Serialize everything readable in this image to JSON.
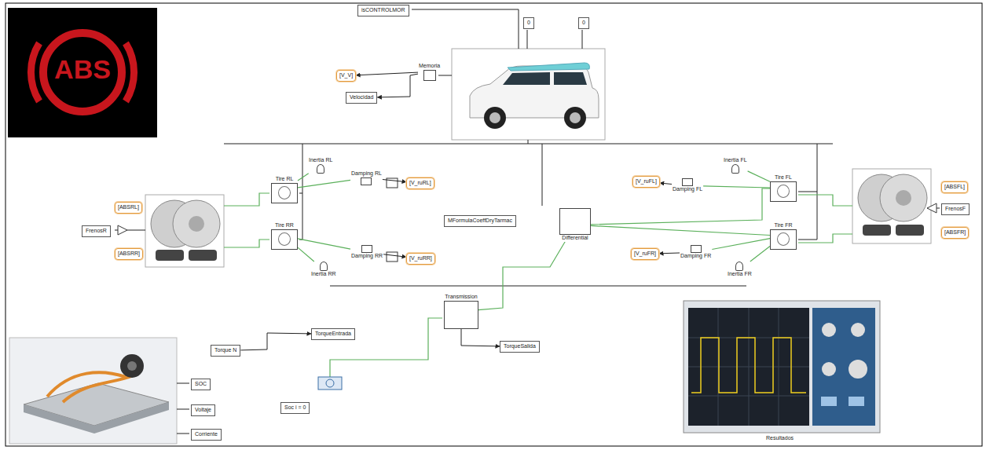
{
  "diagram": {
    "nodes": [
      {
        "text": [
          "isCONTROLMOR"
        ]
      },
      {
        "text": [
          "[V_V]"
        ]
      },
      {
        "text": [
          "Velocidad"
        ]
      },
      {
        "text": [
          "Memoria"
        ]
      },
      {
        "text": [
          "0"
        ]
      },
      {
        "text": [
          "0"
        ]
      },
      {
        "text": [
          "Tire RL"
        ]
      },
      {
        "text": [
          "Inertia RL"
        ]
      },
      {
        "text": [
          "Damping RL"
        ]
      },
      {
        "text": [
          "[V_ruRL]"
        ]
      },
      {
        "text": [
          "Tire RR"
        ]
      },
      {
        "text": [
          "Inertia RR"
        ]
      },
      {
        "text": [
          "Damping RR"
        ]
      },
      {
        "text": [
          "[V_ruRR]"
        ]
      },
      {
        "text": [
          "MFormulaCoeffDryTarmac"
        ]
      },
      {
        "text": [
          "Differential"
        ]
      },
      {
        "text": [
          "Damping FL"
        ]
      },
      {
        "text": [
          "[V_ruFL]"
        ]
      },
      {
        "text": [
          "Tire FL"
        ]
      },
      {
        "text": [
          "Inertia FL"
        ]
      },
      {
        "text": [
          "Tire FR"
        ]
      },
      {
        "text": [
          "Damping FR"
        ]
      },
      {
        "text": [
          "[V_ruFR]"
        ]
      },
      {
        "text": [
          "Inertia FR"
        ]
      },
      {
        "text": [
          "[ABSRL]"
        ]
      },
      {
        "text": [
          "FrenosR"
        ]
      },
      {
        "text": [
          "[ABSRR]"
        ]
      },
      {
        "text": [
          "[ABSFL]"
        ]
      },
      {
        "text": [
          "FrenosF"
        ]
      },
      {
        "text": [
          "[ABSFR]"
        ]
      },
      {
        "text": [
          "Transmission"
        ]
      },
      {
        "text": [
          "Torque N"
        ]
      },
      {
        "text": [
          "TorqueEntrada"
        ]
      },
      {
        "text": [
          "TorqueSalida"
        ]
      },
      {
        "text": [
          "Soc i = 0"
        ]
      },
      {
        "text": [
          "SOC"
        ]
      },
      {
        "text": [
          "Voltaje"
        ]
      },
      {
        "text": [
          "Corriente"
        ]
      }
    ],
    "edges": [
      {
        "from": 3,
        "to": 1,
        "arrow": "to"
      },
      {
        "from": 3,
        "to": 2,
        "arrow": "to"
      },
      {
        "from": 6,
        "to": 7,
        "arrow": "none"
      },
      {
        "from": 8,
        "to": 6,
        "arrow": "none"
      },
      {
        "from": 8,
        "to": 9,
        "arrow": "to"
      },
      {
        "from": 10,
        "to": 11,
        "arrow": "none"
      },
      {
        "from": 12,
        "to": 10,
        "arrow": "none"
      },
      {
        "from": 12,
        "to": 13,
        "arrow": "to"
      },
      {
        "from": 16,
        "to": 17,
        "arrow": "to"
      },
      {
        "from": 18,
        "to": 19,
        "arrow": "none"
      },
      {
        "from": 16,
        "to": 18,
        "arrow": "none"
      },
      {
        "from": 20,
        "to": 23,
        "arrow": "none"
      },
      {
        "from": 21,
        "to": 20,
        "arrow": "none"
      },
      {
        "from": 21,
        "to": 22,
        "arrow": "to"
      },
      {
        "from": 15,
        "to": 18,
        "arrow": "none"
      },
      {
        "from": 15,
        "to": 20,
        "arrow": "none"
      },
      {
        "from": 30,
        "to": 15,
        "arrow": "none"
      },
      {
        "from": 31,
        "to": 32,
        "arrow": "to"
      },
      {
        "from": 30,
        "to": 33,
        "arrow": "to"
      }
    ],
    "labels": [
      "ABS",
      "Resultados"
    ]
  }
}
